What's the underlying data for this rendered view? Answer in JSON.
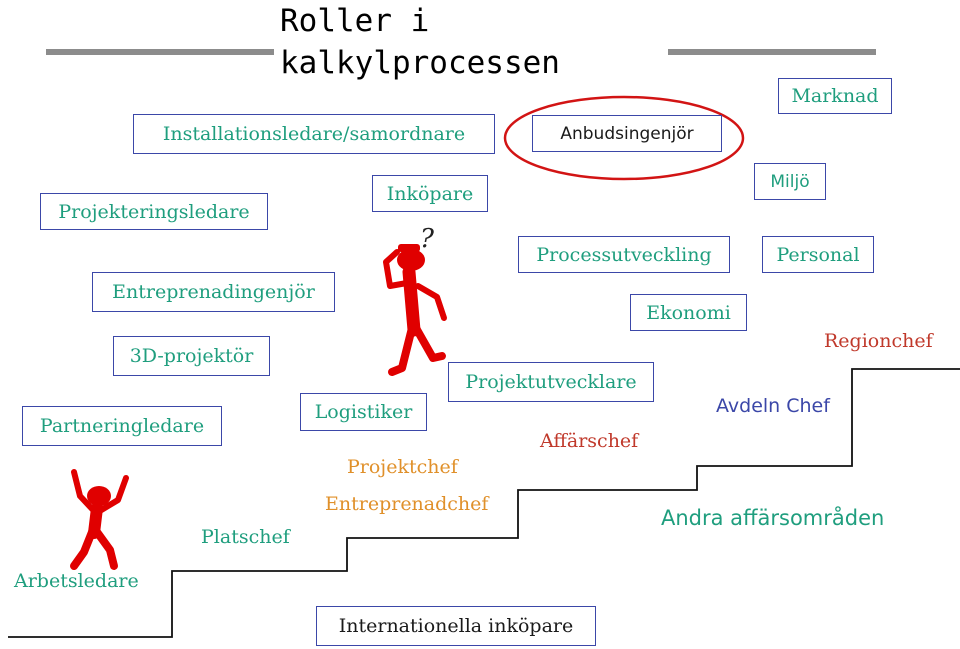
{
  "title": "Roller i kalkylprocessen",
  "boxes": {
    "installationsledare": "Installationsledare/samordnare",
    "anbudsingenjor": "Anbudsingenjör",
    "marknad": "Marknad",
    "projekteringsledare": "Projekteringsledare",
    "inkopare": "Inköpare",
    "miljo": "Miljö",
    "processutveckling": "Processutveckling",
    "personal": "Personal",
    "entreprenadingenjor": "Entreprenadingenjör",
    "ekonomi": "Ekonomi",
    "projektor3d": "3D-projektör",
    "projektutvecklare": "Projektutvecklare",
    "partneringledare": "Partneringledare",
    "logistiker": "Logistiker",
    "internationella_inkopare": "Internationella inköpare"
  },
  "stairs": {
    "arbetsledare": "Arbetsledare",
    "platschef": "Platschef",
    "entreprenadchef": "Entreprenadchef",
    "projektchef": "Projektchef",
    "affarschef": "Affärschef",
    "avdeln_chef": "Avdeln Chef",
    "regionchef": "Regionchef",
    "andra_affarsomraden": "Andra affärsområden"
  },
  "question_mark": "?",
  "colors": {
    "green_text": "#1f9e7e",
    "box_border": "#3b47a8",
    "orange_text": "#e0902a",
    "red_text": "#c0392b",
    "figure_red": "#e00000",
    "bar_gray": "#8c8c8c",
    "ellipse_red": "#d21414"
  }
}
